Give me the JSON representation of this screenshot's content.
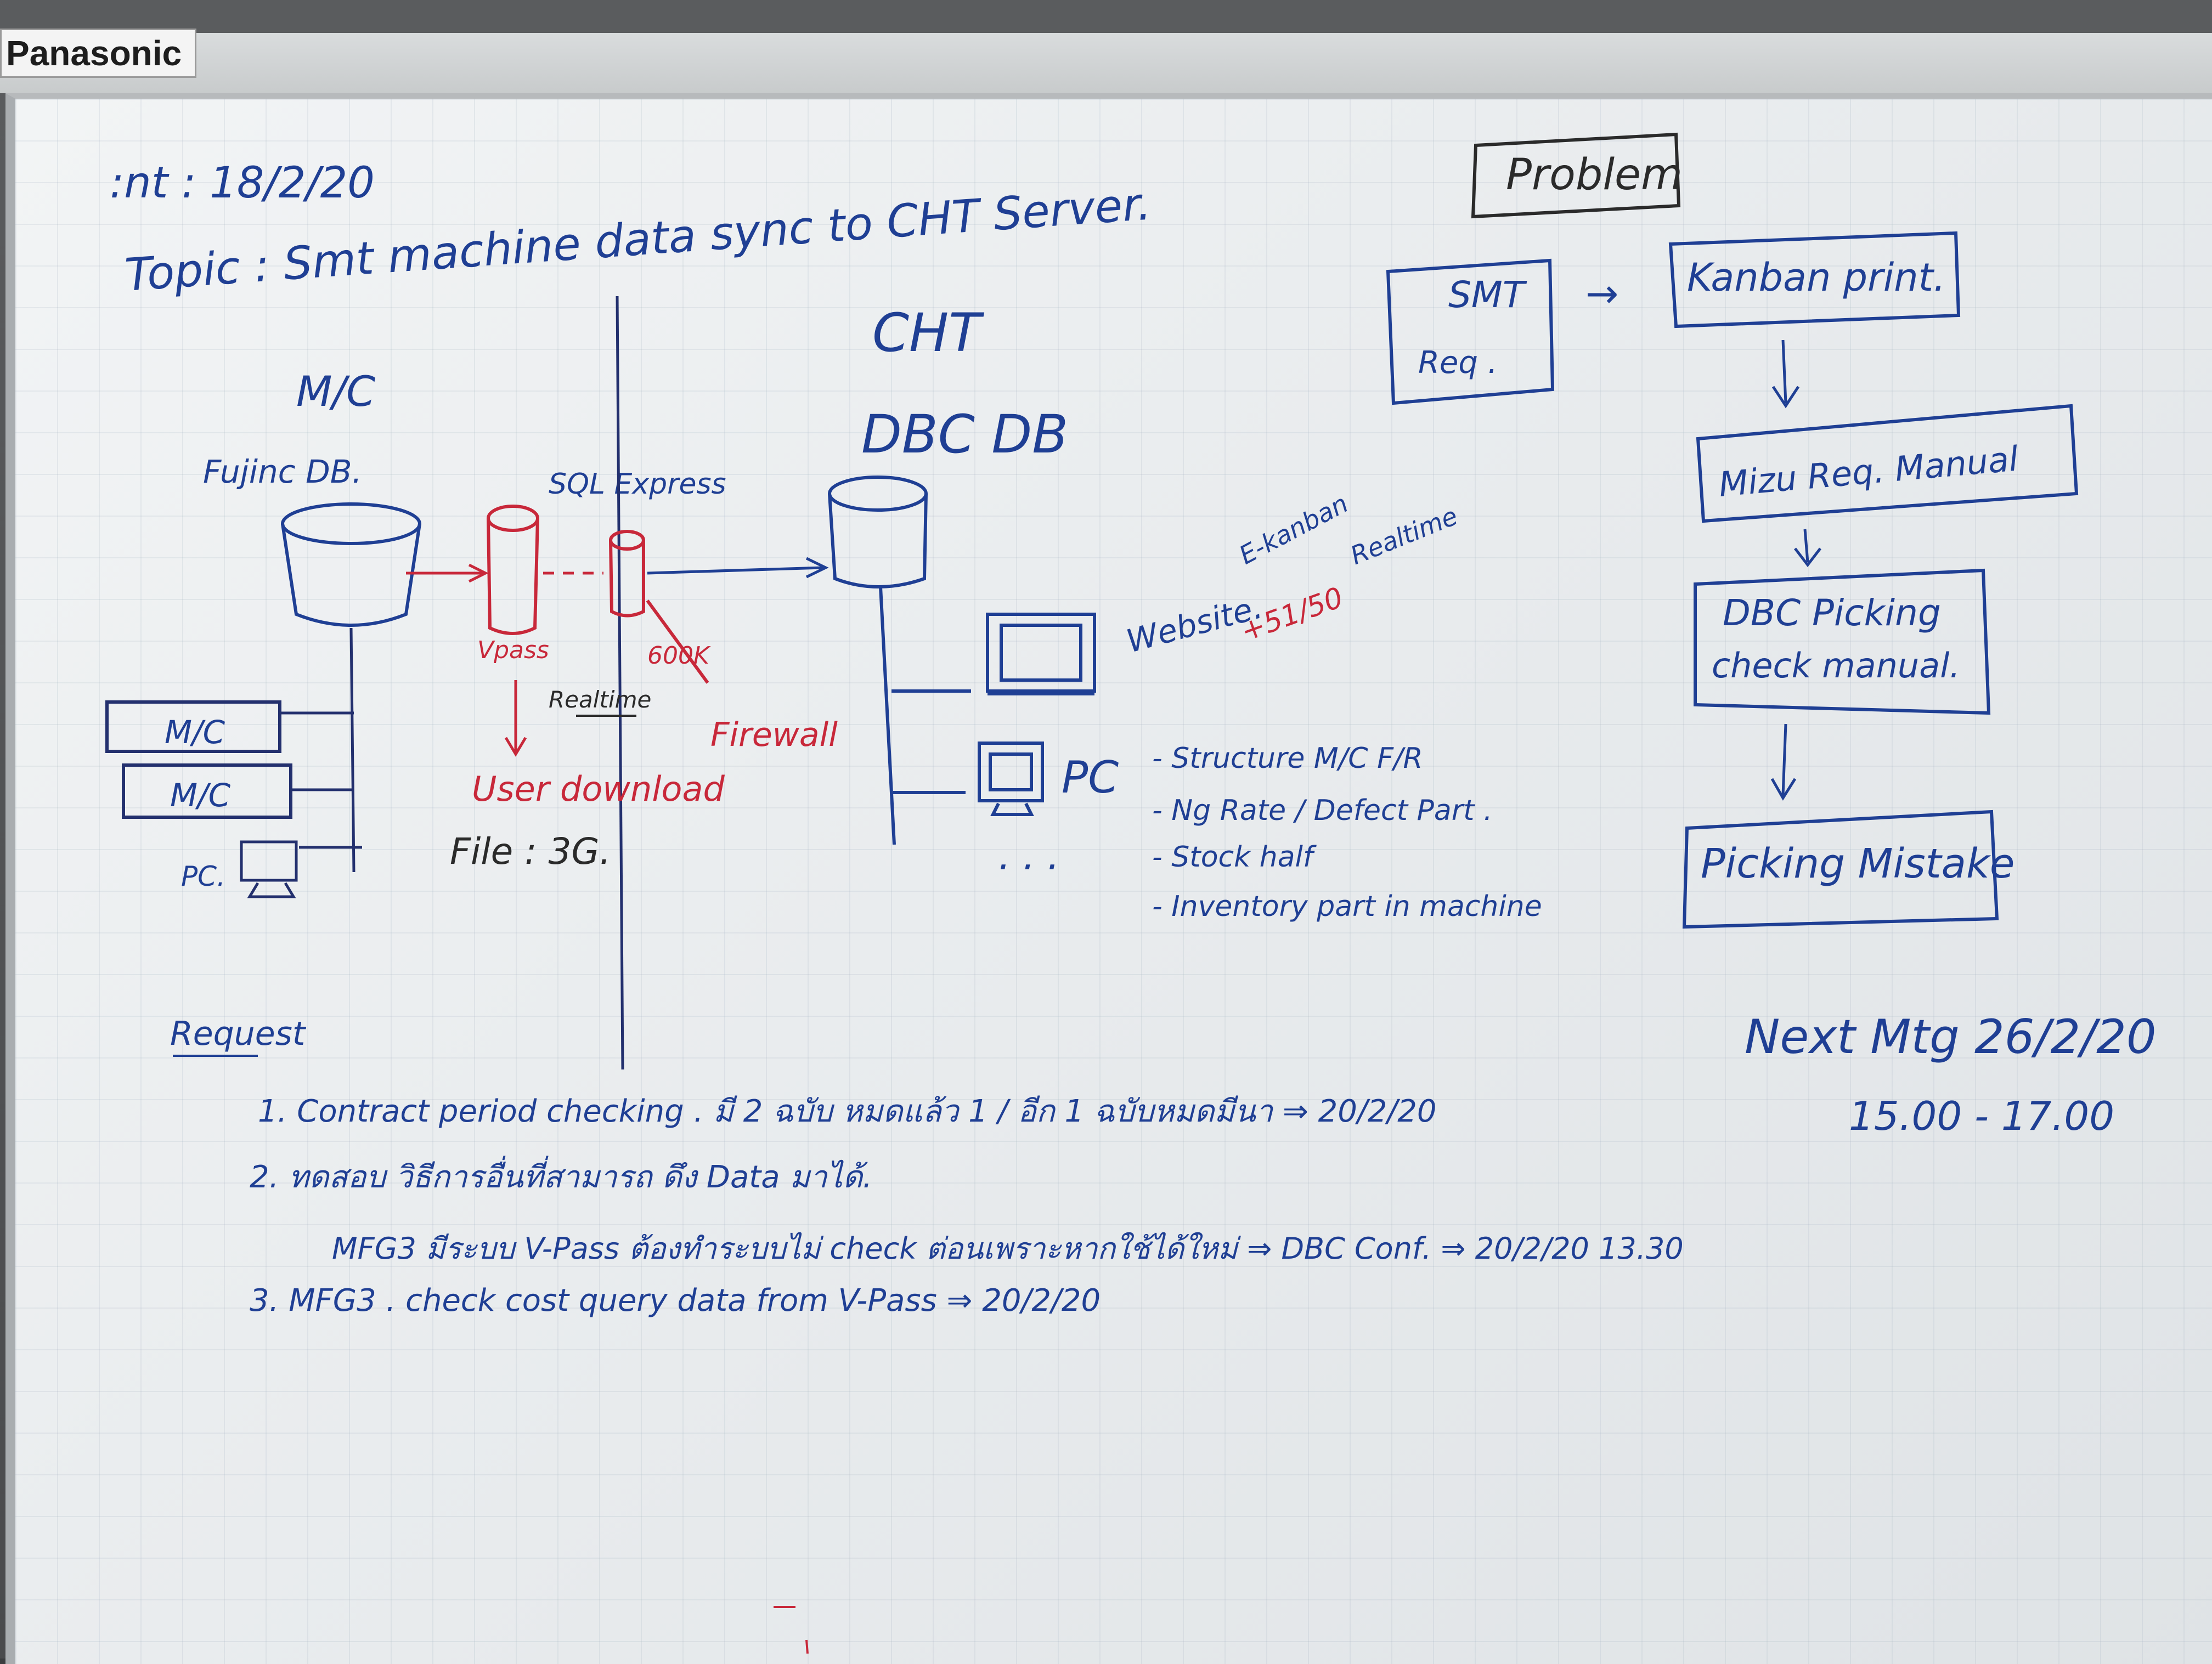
{
  "brand": "Panasonic",
  "header": {
    "date_line": ":nt : 18/2/20",
    "topic_line": "Topic : Smt machine data sync to CHT Server."
  },
  "left": {
    "mc_title": "M/C",
    "fuji_db": "Fujinc DB.",
    "sql_express": "SQL Express",
    "vpass": "Vpass",
    "port": "600K",
    "realtime": "Realtime",
    "firewall": "Firewall",
    "user_download": "User download",
    "file_size": "File : 3G.",
    "boxes": [
      "M/C",
      "M/C"
    ],
    "pc": "PC."
  },
  "center": {
    "cht": "CHT",
    "dbc_db": "DBC DB",
    "website": "Website.",
    "e_kanban": "E-kanban",
    "realtime2": "Realtime",
    "fraction": "+51/50",
    "pc": "PC",
    "dots": ". . .",
    "bullets": [
      "- Structure M/C F/R",
      "- Ng Rate / Defect Part .",
      "- Stock half",
      "- Inventory part in machine"
    ]
  },
  "right": {
    "problem": "Problem",
    "smt": "SMT",
    "req": "Req .",
    "arrow": "→",
    "kanban_print": "Kanban print.",
    "mizu": "Mizu Req. Manual",
    "dbc_picking_1": "DBC Picking",
    "dbc_picking_2": "check manual.",
    "picking_mistake": "Picking Mistake"
  },
  "request": {
    "title": "Request",
    "items": [
      "1. Contract period checking . มี 2 ฉบับ หมดแล้ว 1 / อีก 1 ฉบับหมดมีนา ⇒ 20/2/20",
      "2. ทดสอบ วิธีการอื่นที่สามารถ ดึง Data มาได้.",
      "MFG3 มีระบบ V-Pass ต้องทำระบบไม่ check ต่อนเพราะหากใช้ได้ใหม่ ⇒ DBC Conf. ⇒ 20/2/20  13.30",
      "3. MFG3 . check cost query data from V-Pass ⇒ 20/2/20"
    ]
  },
  "next_meeting": {
    "label": "Next Mtg 26/2/20",
    "time": "15.00 - 17.00"
  },
  "colors": {
    "blue_marker": "#1f3f94",
    "red_marker": "#c8283a",
    "black_marker": "#2a2a2a"
  }
}
